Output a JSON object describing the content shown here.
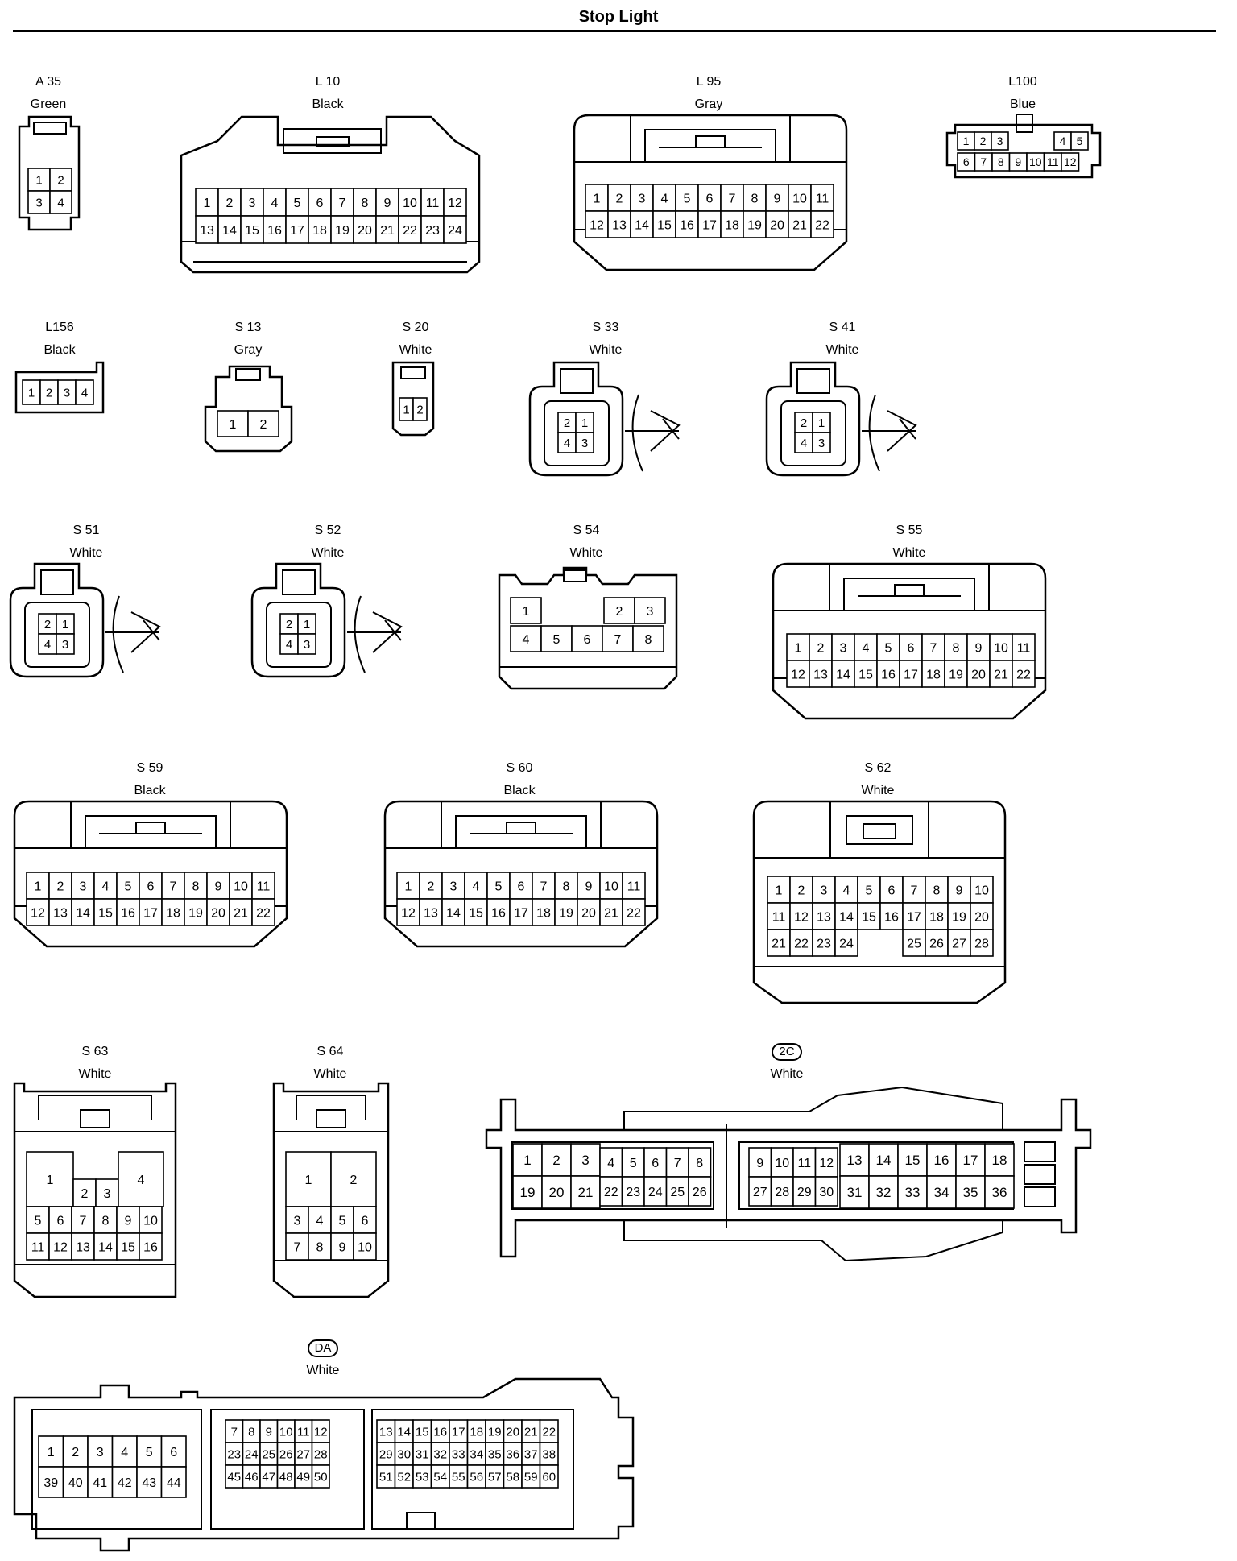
{
  "title": "Stop Light",
  "connectors": [
    {
      "id": "A35",
      "code": "A 35",
      "color": "Green",
      "rows": [
        [
          "1",
          "2"
        ],
        [
          "3",
          "4"
        ]
      ]
    },
    {
      "id": "L10",
      "code": "L 10",
      "color": "Black",
      "rows": [
        [
          "1",
          "2",
          "3",
          "4",
          "5",
          "6",
          "7",
          "8",
          "9",
          "10",
          "11",
          "12"
        ],
        [
          "13",
          "14",
          "15",
          "16",
          "17",
          "18",
          "19",
          "20",
          "21",
          "22",
          "23",
          "24"
        ]
      ]
    },
    {
      "id": "L95",
      "code": "L 95",
      "color": "Gray",
      "rows": [
        [
          "1",
          "2",
          "3",
          "4",
          "5",
          "6",
          "7",
          "8",
          "9",
          "10",
          "11"
        ],
        [
          "12",
          "13",
          "14",
          "15",
          "16",
          "17",
          "18",
          "19",
          "20",
          "21",
          "22"
        ]
      ]
    },
    {
      "id": "L100",
      "code": "L100",
      "color": "Blue",
      "rows": [
        [
          "1",
          "2",
          "3",
          "",
          "4",
          "5"
        ],
        [
          "6",
          "7",
          "8",
          "9",
          "10",
          "11",
          "12"
        ]
      ]
    },
    {
      "id": "L156",
      "code": "L156",
      "color": "Black",
      "rows": [
        [
          "1",
          "2",
          "3",
          "4"
        ]
      ]
    },
    {
      "id": "S13",
      "code": "S 13",
      "color": "Gray",
      "rows": [
        [
          "1",
          "2"
        ]
      ]
    },
    {
      "id": "S20",
      "code": "S 20",
      "color": "White",
      "rows": [
        [
          "1",
          "2"
        ]
      ]
    },
    {
      "id": "S33",
      "code": "S 33",
      "color": "White",
      "rows": [
        [
          "2",
          "1"
        ],
        [
          "4",
          "3"
        ]
      ]
    },
    {
      "id": "S41",
      "code": "S 41",
      "color": "White",
      "rows": [
        [
          "2",
          "1"
        ],
        [
          "4",
          "3"
        ]
      ]
    },
    {
      "id": "S51",
      "code": "S 51",
      "color": "White",
      "rows": [
        [
          "2",
          "1"
        ],
        [
          "4",
          "3"
        ]
      ]
    },
    {
      "id": "S52",
      "code": "S 52",
      "color": "White",
      "rows": [
        [
          "2",
          "1"
        ],
        [
          "4",
          "3"
        ]
      ]
    },
    {
      "id": "S54",
      "code": "S 54",
      "color": "White",
      "rows": [
        [
          "1",
          "2",
          "3"
        ],
        [
          "4",
          "5",
          "6",
          "7",
          "8"
        ]
      ]
    },
    {
      "id": "S55",
      "code": "S 55",
      "color": "White",
      "rows": [
        [
          "1",
          "2",
          "3",
          "4",
          "5",
          "6",
          "7",
          "8",
          "9",
          "10",
          "11"
        ],
        [
          "12",
          "13",
          "14",
          "15",
          "16",
          "17",
          "18",
          "19",
          "20",
          "21",
          "22"
        ]
      ]
    },
    {
      "id": "S59",
      "code": "S 59",
      "color": "Black",
      "rows": [
        [
          "1",
          "2",
          "3",
          "4",
          "5",
          "6",
          "7",
          "8",
          "9",
          "10",
          "11"
        ],
        [
          "12",
          "13",
          "14",
          "15",
          "16",
          "17",
          "18",
          "19",
          "20",
          "21",
          "22"
        ]
      ]
    },
    {
      "id": "S60",
      "code": "S 60",
      "color": "Black",
      "rows": [
        [
          "1",
          "2",
          "3",
          "4",
          "5",
          "6",
          "7",
          "8",
          "9",
          "10",
          "11"
        ],
        [
          "12",
          "13",
          "14",
          "15",
          "16",
          "17",
          "18",
          "19",
          "20",
          "21",
          "22"
        ]
      ]
    },
    {
      "id": "S62",
      "code": "S 62",
      "color": "White",
      "rows": [
        [
          "1",
          "2",
          "3",
          "4",
          "5",
          "6",
          "7",
          "8",
          "9",
          "10"
        ],
        [
          "11",
          "12",
          "13",
          "14",
          "15",
          "16",
          "17",
          "18",
          "19",
          "20"
        ],
        [
          "21",
          "22",
          "23",
          "24",
          "",
          "",
          "25",
          "26",
          "27",
          "28"
        ]
      ]
    },
    {
      "id": "S63",
      "code": "S 63",
      "color": "White",
      "rows": [
        [
          "1",
          "2",
          "3",
          "4"
        ],
        [
          "5",
          "6",
          "7",
          "8",
          "9",
          "10"
        ],
        [
          "11",
          "12",
          "13",
          "14",
          "15",
          "16"
        ]
      ]
    },
    {
      "id": "S64",
      "code": "S 64",
      "color": "White",
      "rows": [
        [
          "1",
          "2"
        ],
        [
          "3",
          "4",
          "5",
          "6"
        ],
        [
          "7",
          "8",
          "9",
          "10"
        ]
      ]
    },
    {
      "id": "2C",
      "code": "2C",
      "color": "White",
      "oval": true,
      "rows": [
        [
          "1",
          "2",
          "3",
          "4",
          "5",
          "6",
          "7",
          "8",
          "9",
          "10",
          "11",
          "12",
          "13",
          "14",
          "15",
          "16",
          "17",
          "18"
        ],
        [
          "19",
          "20",
          "21",
          "22",
          "23",
          "24",
          "25",
          "26",
          "27",
          "28",
          "29",
          "30",
          "31",
          "32",
          "33",
          "34",
          "35",
          "36"
        ]
      ]
    },
    {
      "id": "DA",
      "code": "DA",
      "color": "White",
      "oval": true,
      "rows": [
        [
          "1",
          "2",
          "3",
          "4",
          "5",
          "6"
        ],
        [
          "39",
          "40",
          "41",
          "42",
          "43",
          "44"
        ],
        [
          "7",
          "8",
          "9",
          "10",
          "11",
          "12"
        ],
        [
          "23",
          "24",
          "25",
          "26",
          "27",
          "28"
        ],
        [
          "45",
          "46",
          "47",
          "48",
          "49",
          "50"
        ],
        [
          "13",
          "14",
          "15",
          "16",
          "17",
          "18",
          "19",
          "20",
          "21",
          "22"
        ],
        [
          "29",
          "30",
          "31",
          "32",
          "33",
          "34",
          "35",
          "36",
          "37",
          "38"
        ],
        [
          "51",
          "52",
          "53",
          "54",
          "55",
          "56",
          "57",
          "58",
          "59",
          "60"
        ]
      ]
    }
  ]
}
